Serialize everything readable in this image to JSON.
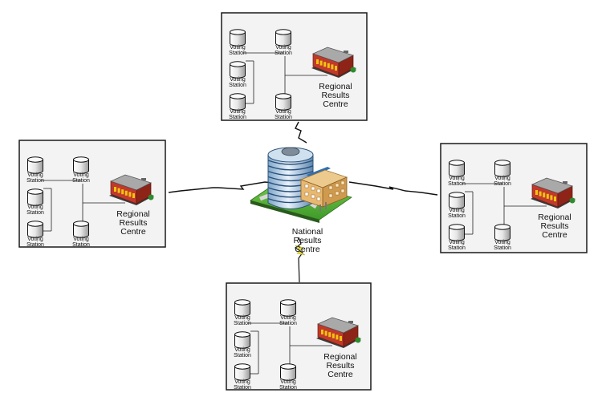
{
  "national": {
    "label_lines": [
      "National",
      "Results",
      "Centre"
    ]
  },
  "regions": [
    {
      "label_lines": [
        "Regional",
        "Results",
        "Centre"
      ],
      "stations": [
        [
          "Voting",
          "Station"
        ],
        [
          "Voting",
          "Station"
        ],
        [
          "Voting",
          "Station"
        ],
        [
          "Voting",
          "Station"
        ],
        [
          "Voting",
          "Station"
        ]
      ]
    },
    {
      "label_lines": [
        "Regional",
        "Results",
        "Centre"
      ],
      "stations": [
        [
          "Voting",
          "Station"
        ],
        [
          "Voting",
          "Station"
        ],
        [
          "Voting",
          "Station"
        ],
        [
          "Voting",
          "Station"
        ],
        [
          "Voting",
          "Station"
        ]
      ]
    },
    {
      "label_lines": [
        "Regional",
        "Results",
        "Centre"
      ],
      "stations": [
        [
          "Voting",
          "Station"
        ],
        [
          "Voting",
          "Station"
        ],
        [
          "Voting",
          "Station"
        ],
        [
          "Voting",
          "Station"
        ],
        [
          "Voting",
          "Station"
        ]
      ]
    },
    {
      "label_lines": [
        "Regional",
        "Results",
        "Centre"
      ],
      "stations": [
        [
          "Voting",
          "Station"
        ],
        [
          "Voting",
          "Station"
        ],
        [
          "Voting",
          "Station"
        ],
        [
          "Voting",
          "Station"
        ],
        [
          "Voting",
          "Station"
        ]
      ]
    }
  ],
  "colors": {
    "panel_fill": "#f3f3f3",
    "panel_border": "#1a1a1a",
    "link": "#111111",
    "bolt_south": "#e8e040"
  }
}
